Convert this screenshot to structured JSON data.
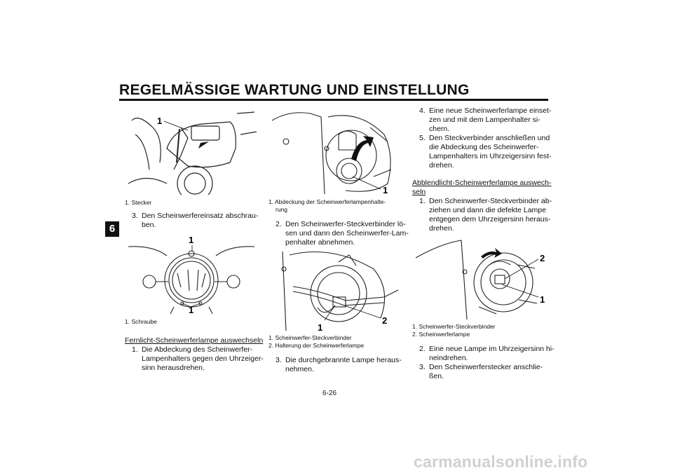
{
  "header": {
    "title": "REGELMÄSSIGE WARTUNG UND EINSTELLUNG",
    "chapter": "6"
  },
  "col1": {
    "fig1": {
      "callout": "1",
      "caption": "1. Stecker"
    },
    "step3": {
      "num": "3.",
      "text": "Den Scheinwerfereinsatz abschrau-\nben."
    },
    "fig2": {
      "callout_top": "1",
      "callout_bottom": "1",
      "caption": "1. Schraube"
    },
    "heading": "Fernlicht-Scheinwerferlampe auswechseln",
    "step1": {
      "num": "1.",
      "text": "Die Abdeckung des Scheinwerfer-\nLampenhalters gegen den Uhrzeiger-\nsinn herausdrehen."
    }
  },
  "col2": {
    "fig3": {
      "callout": "1",
      "caption_line1": "1. Abdeckung der Scheinwerferlampenhalte-",
      "caption_line2": "rung"
    },
    "step2": {
      "num": "2.",
      "text": "Den Scheinwerfer-Steckverbinder lö-\nsen und dann den Scheinwerfer-Lam-\npenhalter abnehmen."
    },
    "fig4": {
      "callout1": "1",
      "callout2": "2",
      "caption1": "1. Scheinwerfer-Steckverbinder",
      "caption2": "2. Halterung der Scheinwerferlampe"
    },
    "step3": {
      "num": "3.",
      "text": "Die durchgebrannte Lampe heraus-\nnehmen."
    }
  },
  "col3": {
    "step4": {
      "num": "4.",
      "text": "Eine neue Scheinwerferlampe einset-\nzen und mit dem Lampenhalter si-\nchern."
    },
    "step5": {
      "num": "5.",
      "text": "Den Steckverbinder anschließen und\ndie Abdeckung des Scheinwerfer-\nLampenhalters im Uhrzeigersinn fest-\ndrehen."
    },
    "heading_line1": "Abblendlicht-Scheinwerferlampe auswech-",
    "heading_line2": "seln",
    "step1": {
      "num": "1.",
      "text": "Den Scheinwerfer-Steckverbinder ab-\nziehen und dann die defekte Lampe\nentgegen dem Uhrzeigersinn heraus-\ndrehen."
    },
    "fig5": {
      "callout1": "1",
      "callout2": "2",
      "caption1": "1. Scheinwerfer-Steckverbinder",
      "caption2": "2. Scheinwerferlampe"
    },
    "step2": {
      "num": "2.",
      "text": "Eine neue Lampe im Uhrzeigersinn hi-\nneindrehen."
    },
    "step3": {
      "num": "3.",
      "text": "Den Scheinwerferstecker anschlie-\nßen."
    }
  },
  "footer": {
    "page_number": "6-26",
    "watermark": "carmanualsonline.info"
  }
}
